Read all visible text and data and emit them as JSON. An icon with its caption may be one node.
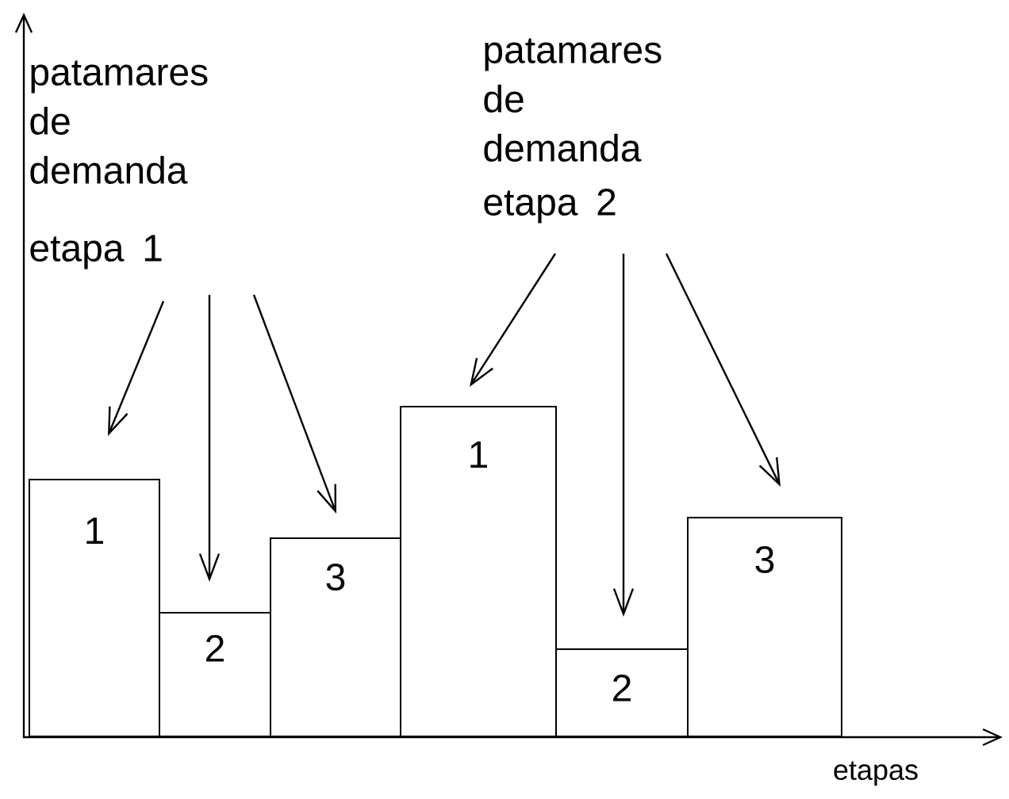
{
  "diagram": {
    "nodes": [
      {
        "text": [
          "patamares de demanda",
          "etapa 1"
        ]
      },
      {
        "text": [
          "1"
        ]
      },
      {
        "text": [
          "2"
        ]
      },
      {
        "text": [
          "3"
        ]
      },
      {
        "text": [
          "patamares de demanda",
          "etapa 2"
        ]
      },
      {
        "text": [
          "1"
        ]
      },
      {
        "text": [
          "2"
        ]
      },
      {
        "text": [
          "3"
        ]
      }
    ],
    "edges": [
      {
        "from": 0,
        "to": 1,
        "arrow": "to"
      },
      {
        "from": 0,
        "to": 2,
        "arrow": "to"
      },
      {
        "from": 0,
        "to": 3,
        "arrow": "to"
      },
      {
        "from": 4,
        "to": 5,
        "arrow": "to"
      },
      {
        "from": 4,
        "to": 6,
        "arrow": "to"
      },
      {
        "from": 4,
        "to": 7,
        "arrow": "to"
      }
    ],
    "labels": [
      "etapas"
    ]
  }
}
